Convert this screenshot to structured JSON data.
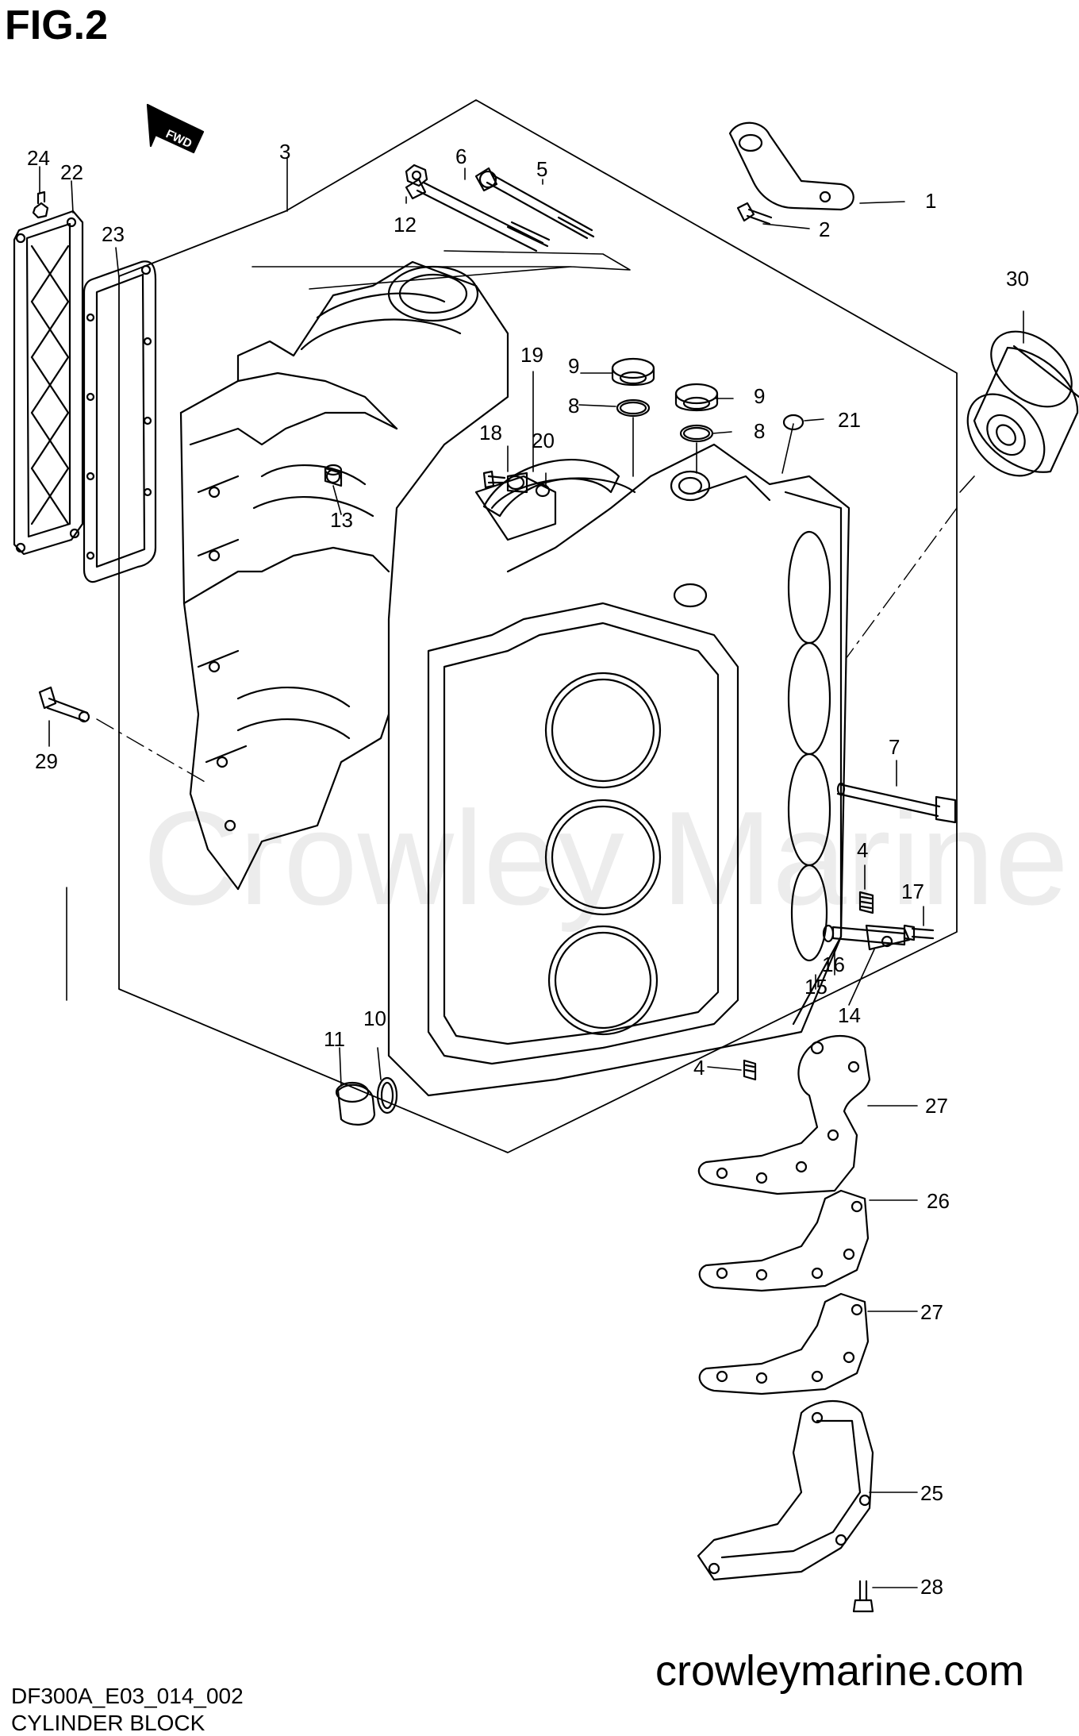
{
  "figure": {
    "title": "FIG.2",
    "code": "DF300A_E03_014_002",
    "subtitle": "CYLINDER BLOCK",
    "website": "crowleymarine.com",
    "watermark": "Crowley Marine",
    "fwd_label": "FWD"
  },
  "callouts": {
    "c1": "1",
    "c2": "2",
    "c3": "3",
    "c4a": "4",
    "c4b": "4",
    "c5": "5",
    "c6": "6",
    "c7": "7",
    "c8a": "8",
    "c8b": "8",
    "c9a": "9",
    "c9b": "9",
    "c10": "10",
    "c11": "11",
    "c12": "12",
    "c13": "13",
    "c14": "14",
    "c15": "15",
    "c16": "16",
    "c17": "17",
    "c18": "18",
    "c19": "19",
    "c20": "20",
    "c21": "21",
    "c22": "22",
    "c23": "23",
    "c24": "24",
    "c25": "25",
    "c26": "26",
    "c27a": "27",
    "c27b": "27",
    "c28": "28",
    "c29": "29",
    "c30": "30"
  },
  "colors": {
    "line": "#000000",
    "watermark": "#ececec",
    "background": "#ffffff"
  }
}
